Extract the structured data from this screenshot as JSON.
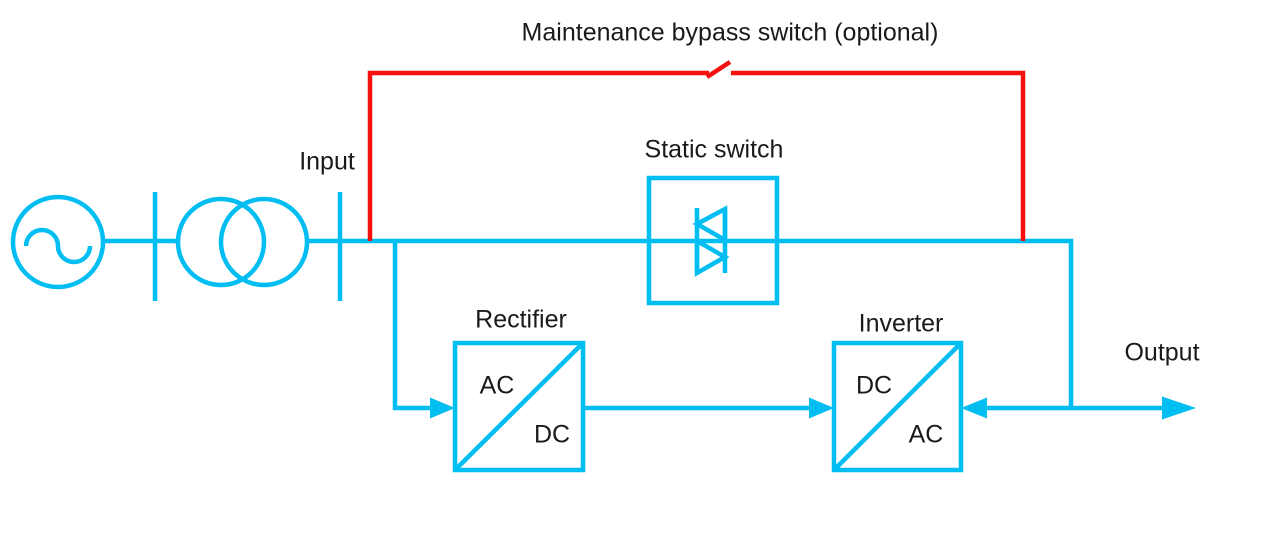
{
  "colors": {
    "line": "#00bdf2",
    "bypass": "#f6100e",
    "text": "#1a1a1a",
    "background": "#ffffff"
  },
  "diagram": {
    "bypass_label": "Maintenance bypass switch (optional)",
    "input_label": "Input",
    "output_label": "Output",
    "static_switch_label": "Static switch",
    "rectifier": {
      "title": "Rectifier",
      "input_side": "AC",
      "output_side": "DC"
    },
    "inverter": {
      "title": "Inverter",
      "input_side": "DC",
      "output_side": "AC"
    }
  }
}
